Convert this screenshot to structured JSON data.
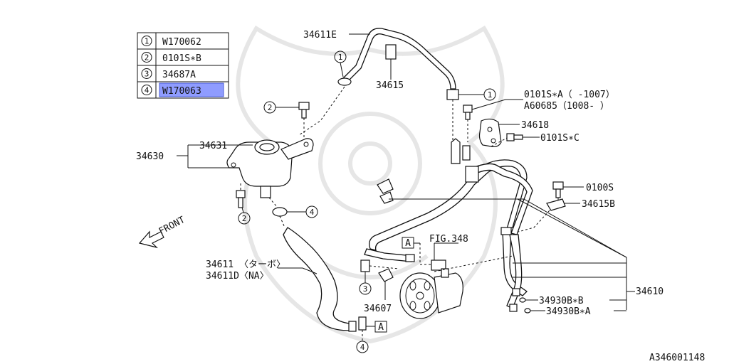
{
  "legend": {
    "rows": [
      {
        "num": "1",
        "code": "W170062"
      },
      {
        "num": "2",
        "code": "0101S∗B"
      },
      {
        "num": "3",
        "code": "34687A"
      },
      {
        "num": "4",
        "code": "W170063"
      }
    ],
    "highlighted_row": 4
  },
  "labels": {
    "p34611E": "34611E",
    "p34615": "34615",
    "p34631": "34631",
    "p34630": "34630",
    "p0101SA": "0101S∗A（ -1007）",
    "pA60685": "A60685（1008- ）",
    "p34618": "34618",
    "p0101SC": "0101S∗C",
    "p0100S": "0100S",
    "p34615B": "34615B",
    "fig348": "FIG.348",
    "boxA": "A",
    "front": "FRONT",
    "p34611": "34611 〈ターボ〉",
    "p34611D": "34611D〈NA〉",
    "p34607": "34607",
    "p34610": "34610",
    "p34930BB": "34930B∗B",
    "p34930BA": "34930B∗A",
    "diagram_id": "A346001148"
  },
  "callouts": {
    "n1": "1",
    "n2": "2",
    "n3": "3",
    "n4": "4"
  }
}
